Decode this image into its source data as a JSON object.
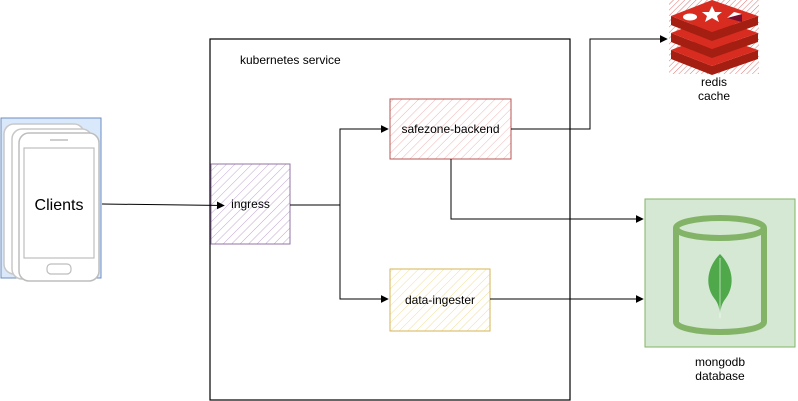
{
  "boundary": {
    "title": "kubernetes service"
  },
  "nodes": {
    "clients": {
      "label": "Clients"
    },
    "ingress": {
      "label": "ingress"
    },
    "backend": {
      "label": "safezone-backend"
    },
    "ingester": {
      "label": "data-ingester"
    },
    "redis": {
      "label_line1": "redis",
      "label_line2": "cache",
      "icon": "redis-icon"
    },
    "mongodb": {
      "label_line1": "mongodb",
      "label_line2": "database",
      "icon": "mongodb-icon"
    }
  },
  "colors": {
    "clients_fill": "#dae8fc",
    "clients_stroke": "#6c8ebf",
    "ingress_stroke": "#9673a6",
    "backend_stroke": "#b85450",
    "ingester_stroke": "#d6b656",
    "mongo_fill": "#d5e8d4",
    "mongo_stroke": "#82b366",
    "redis_red": "#c6302b",
    "mongo_leaf": "#4fa84a"
  }
}
